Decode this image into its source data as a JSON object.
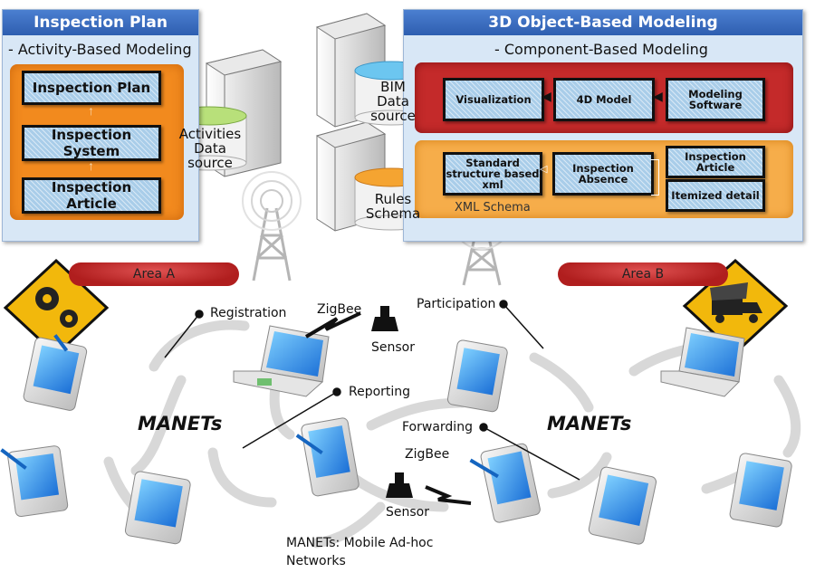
{
  "inspection_plan": {
    "title": "Inspection Plan",
    "subtitle": "- Activity-Based Modeling",
    "boxes": [
      "Inspection Plan",
      "Inspection System",
      "Inspection Article"
    ],
    "datasource": [
      "Activities",
      "Data",
      "source"
    ]
  },
  "object_modeling": {
    "title": "3D Object-Based Modeling",
    "subtitle": "- Component-Based Modeling",
    "bim_source": [
      "BIM",
      "Data",
      "source"
    ],
    "rules_schema": [
      "Rules",
      "Schema"
    ],
    "red_row": {
      "visualization": "Visualization",
      "model_4d": "4D Model",
      "modeling_software": "Modeling Software"
    },
    "orange_row": {
      "standard_xml": "Standard structure based xml",
      "inspection_absence": "Inspection Absence",
      "inspection_article": "Inspection Article",
      "itemized_detail": "Itemized detail"
    },
    "xml_schema": "XML Schema"
  },
  "network": {
    "area_a": "Area A",
    "area_b": "Area B",
    "registration": "Registration",
    "zigbee_top": "ZigBee",
    "sensor_top": "Sensor",
    "participation": "Participation",
    "reporting": "Reporting",
    "forwarding": "Forwarding",
    "zigbee_bottom": "ZigBee",
    "sensor_bottom": "Sensor",
    "manets_left": "MANETs",
    "manets_right": "MANETs",
    "legend": [
      "MANETs: Mobile Ad-hoc",
      "Networks"
    ]
  },
  "colors": {
    "panel_blue": "#d8e7f6",
    "title_blue": "#3a6ec2",
    "orange": "#f28a1e",
    "red": "#c42a2a",
    "box_blue": "#a9cde9"
  }
}
